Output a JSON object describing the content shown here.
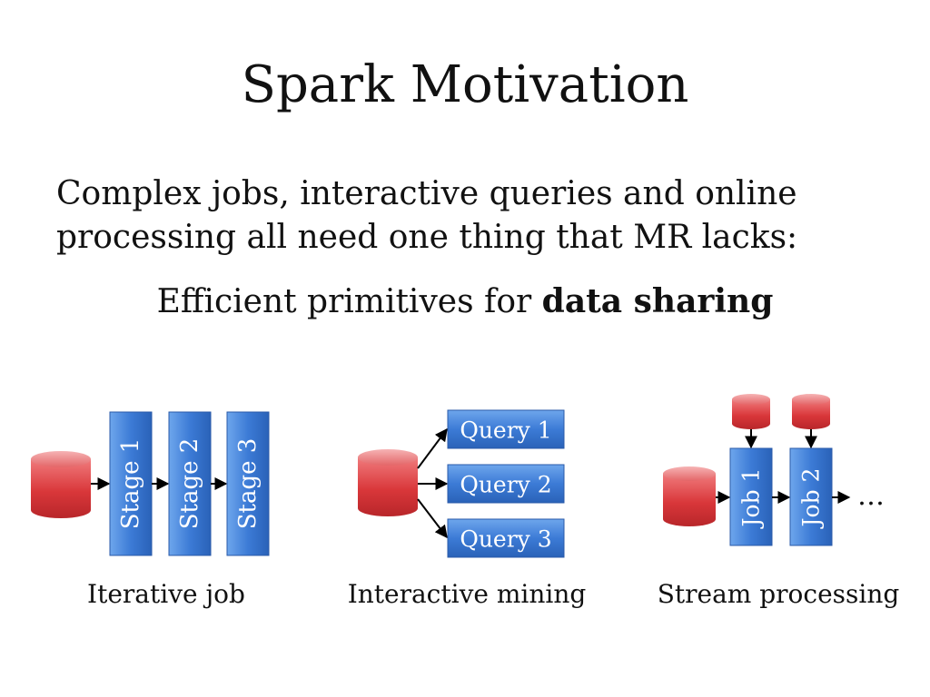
{
  "slide": {
    "title": "Spark Motivation",
    "line1": "Complex jobs, interactive queries and online",
    "line2": "processing all need one thing that MR lacks:",
    "emphasis_prefix": "Efficient primitives for ",
    "emphasis_bold": "data sharing"
  },
  "colors": {
    "db_fill": "#d9373a",
    "box_fill": "#3c7bd6",
    "arrow": "#000000"
  },
  "diagrams": {
    "iterative": {
      "stages": [
        "Stage 1",
        "Stage 2",
        "Stage 3"
      ],
      "caption": "Iterative job"
    },
    "interactive": {
      "queries": [
        "Query 1",
        "Query 2",
        "Query 3"
      ],
      "caption": "Interactive mining"
    },
    "stream": {
      "jobs": [
        "Job 1",
        "Job 2"
      ],
      "ellipsis": "…",
      "caption": "Stream processing"
    }
  }
}
